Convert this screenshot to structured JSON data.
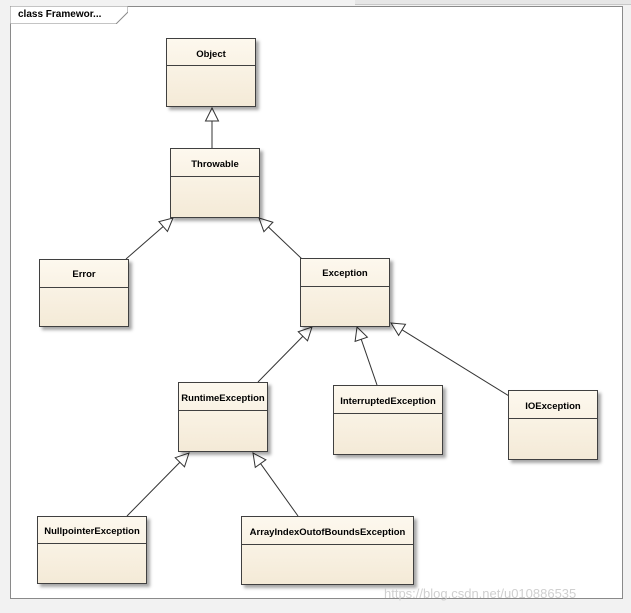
{
  "diagram": {
    "frame_label": "class Framewor...",
    "classes": {
      "object": "Object",
      "throwable": "Throwable",
      "error": "Error",
      "exception": "Exception",
      "runtime_exception": "RuntimeException",
      "interrupted_exception": "InterruptedException",
      "io_exception": "IOException",
      "nullpointer_exception": "NullpointerException",
      "array_index_exception": "ArrayIndexOutofBoundsException"
    },
    "relations": [
      {
        "from": "throwable",
        "to": "object",
        "type": "generalization"
      },
      {
        "from": "error",
        "to": "throwable",
        "type": "generalization"
      },
      {
        "from": "exception",
        "to": "throwable",
        "type": "generalization"
      },
      {
        "from": "runtime_exception",
        "to": "exception",
        "type": "generalization"
      },
      {
        "from": "interrupted_exception",
        "to": "exception",
        "type": "generalization"
      },
      {
        "from": "io_exception",
        "to": "exception",
        "type": "generalization"
      },
      {
        "from": "nullpointer_exception",
        "to": "runtime_exception",
        "type": "generalization"
      },
      {
        "from": "array_index_exception",
        "to": "runtime_exception",
        "type": "generalization"
      }
    ]
  },
  "watermark": "https://blog.csdn.net/u010886535"
}
